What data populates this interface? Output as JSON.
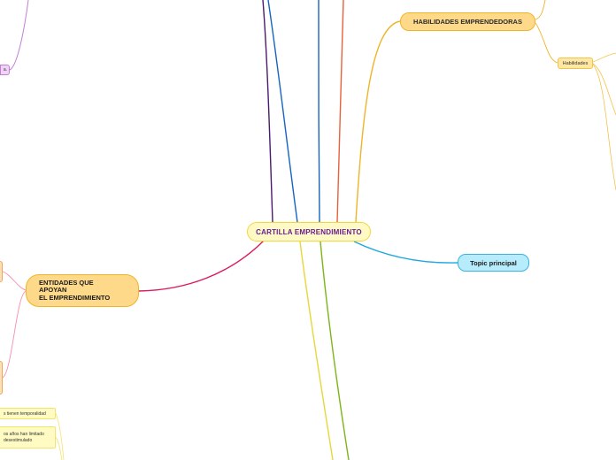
{
  "map": {
    "central": "CARTILLA EMPRENDIMIENTO",
    "habilidades": "HABILIDADES EMPRENDEDORAS",
    "habilidades_sub": "Habilidades",
    "topic": "Topic principal",
    "entidades": "ENTIDADES QUE\nAPOYAN\nEL EMPRENDIMIENTO",
    "left_stub": "a.",
    "note_temporalidad": "s tienen temporalidad",
    "note_anos": "os años han limitado\ndesestimulado"
  },
  "colors": {
    "central_fill": "#fff9c4",
    "central_text": "#6a1b9a",
    "habilidades_fill": "#ffd98a",
    "topic_fill": "#b6ecfb",
    "branch_purple": "#4a1a6e",
    "branch_blue": "#1565c0",
    "branch_orange": "#e8613a",
    "branch_gold": "#f0b429",
    "branch_cyan": "#1ea7e0",
    "branch_pink": "#d81b60",
    "branch_yellow": "#e6d83a",
    "branch_green": "#7cb518"
  }
}
